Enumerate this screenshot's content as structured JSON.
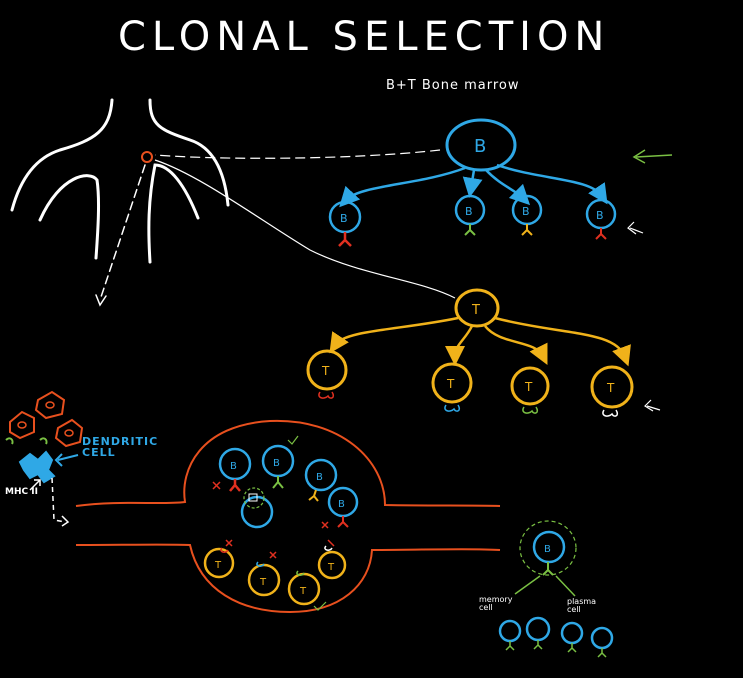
{
  "title": "CLONAL SELECTION",
  "subtitle": "B+T  Bone marrow",
  "labels": {
    "dendritic_cell": "DENDRITIC CELL",
    "mhc": "MHC II",
    "memory_cell": "memory cell",
    "plasma_cell": "plasma cell"
  },
  "cell_letters": {
    "b": "B",
    "t": "T"
  },
  "colors": {
    "background": "#000000",
    "b_cell": "#2fa8e6",
    "t_cell": "#f0b21a",
    "lymph_node": "#e8501e",
    "outline": "#ffffff",
    "antigen_red": "#e03020",
    "antigen_green": "#7ac043",
    "antigen_yellow": "#f0b21a"
  }
}
